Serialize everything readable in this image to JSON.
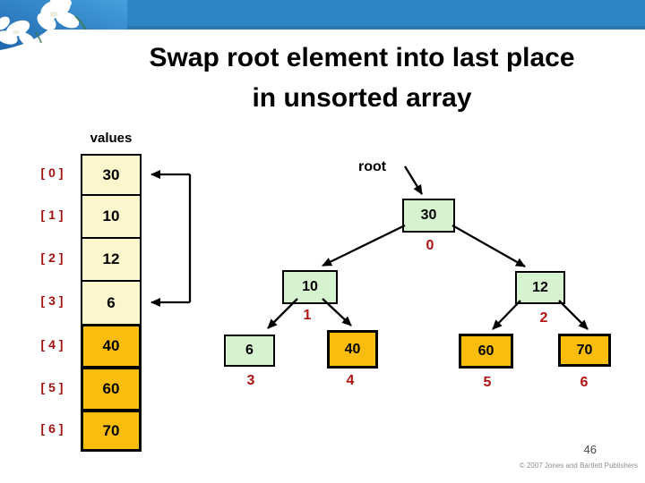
{
  "slide": {
    "title_line1": "Swap root element into last place",
    "title_line2": "in unsorted array",
    "page_number": "46",
    "copyright": "© 2007 Jones and Bartlett Publishers"
  },
  "array": {
    "label": "values",
    "rows": [
      {
        "index": "[ 0 ]",
        "value": "30",
        "region": "heap"
      },
      {
        "index": "[ 1 ]",
        "value": "10",
        "region": "heap"
      },
      {
        "index": "[ 2 ]",
        "value": "12",
        "region": "heap"
      },
      {
        "index": "[ 3 ]",
        "value": "6",
        "region": "heap"
      },
      {
        "index": "[ 4 ]",
        "value": "40",
        "region": "sorted"
      },
      {
        "index": "[ 5 ]",
        "value": "60",
        "region": "sorted"
      },
      {
        "index": "[ 6 ]",
        "value": "70",
        "region": "sorted"
      }
    ],
    "swap_arrow_between": [
      "[ 0 ]",
      "[ 3 ]"
    ]
  },
  "tree": {
    "root_pointer_label": "root",
    "nodes": [
      {
        "value": "30",
        "index_label": "0",
        "style": "green"
      },
      {
        "value": "10",
        "index_label": "1",
        "style": "green"
      },
      {
        "value": "12",
        "index_label": "2",
        "style": "green"
      },
      {
        "value": "6",
        "index_label": "3",
        "style": "green"
      },
      {
        "value": "40",
        "index_label": "4",
        "style": "orange"
      },
      {
        "value": "60",
        "index_label": "5",
        "style": "orange"
      },
      {
        "value": "70",
        "index_label": "6",
        "style": "orange"
      }
    ],
    "edges": [
      [
        "30",
        "10"
      ],
      [
        "30",
        "12"
      ],
      [
        "10",
        "6"
      ],
      [
        "10",
        "40"
      ],
      [
        "12",
        "60"
      ],
      [
        "12",
        "70"
      ]
    ]
  },
  "colors": {
    "banner_blue": "#2E86C6",
    "banner_edge_blue": "#2B79B0",
    "cell_cream": "#FBF6CC",
    "cell_orange": "#FBBD0D",
    "node_green": "#D6F2CF",
    "index_red": "#A31212",
    "tree_index_red": "#B11212",
    "line_black": "#000000"
  }
}
